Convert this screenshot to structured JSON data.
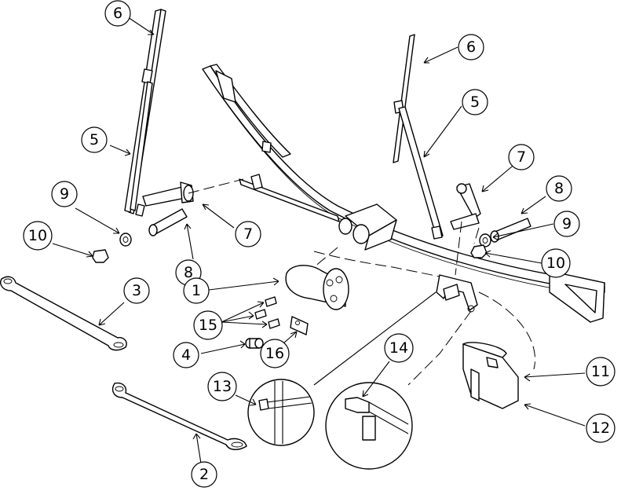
{
  "callouts": {
    "c6a": "6",
    "c6b": "6",
    "c5a": "5",
    "c5b": "5",
    "c7a": "7",
    "c7b": "7",
    "c8a": "8",
    "c8b": "8",
    "c9a": "9",
    "c9b": "9",
    "c10a": "10",
    "c10b": "10",
    "c1": "1",
    "c3": "3",
    "c15": "15",
    "c16": "16",
    "c4": "4",
    "c13": "13",
    "c14": "14",
    "c11": "11",
    "c12": "12",
    "c2": "2"
  },
  "colors": {
    "ink": "#000000",
    "paper": "#ffffff"
  }
}
